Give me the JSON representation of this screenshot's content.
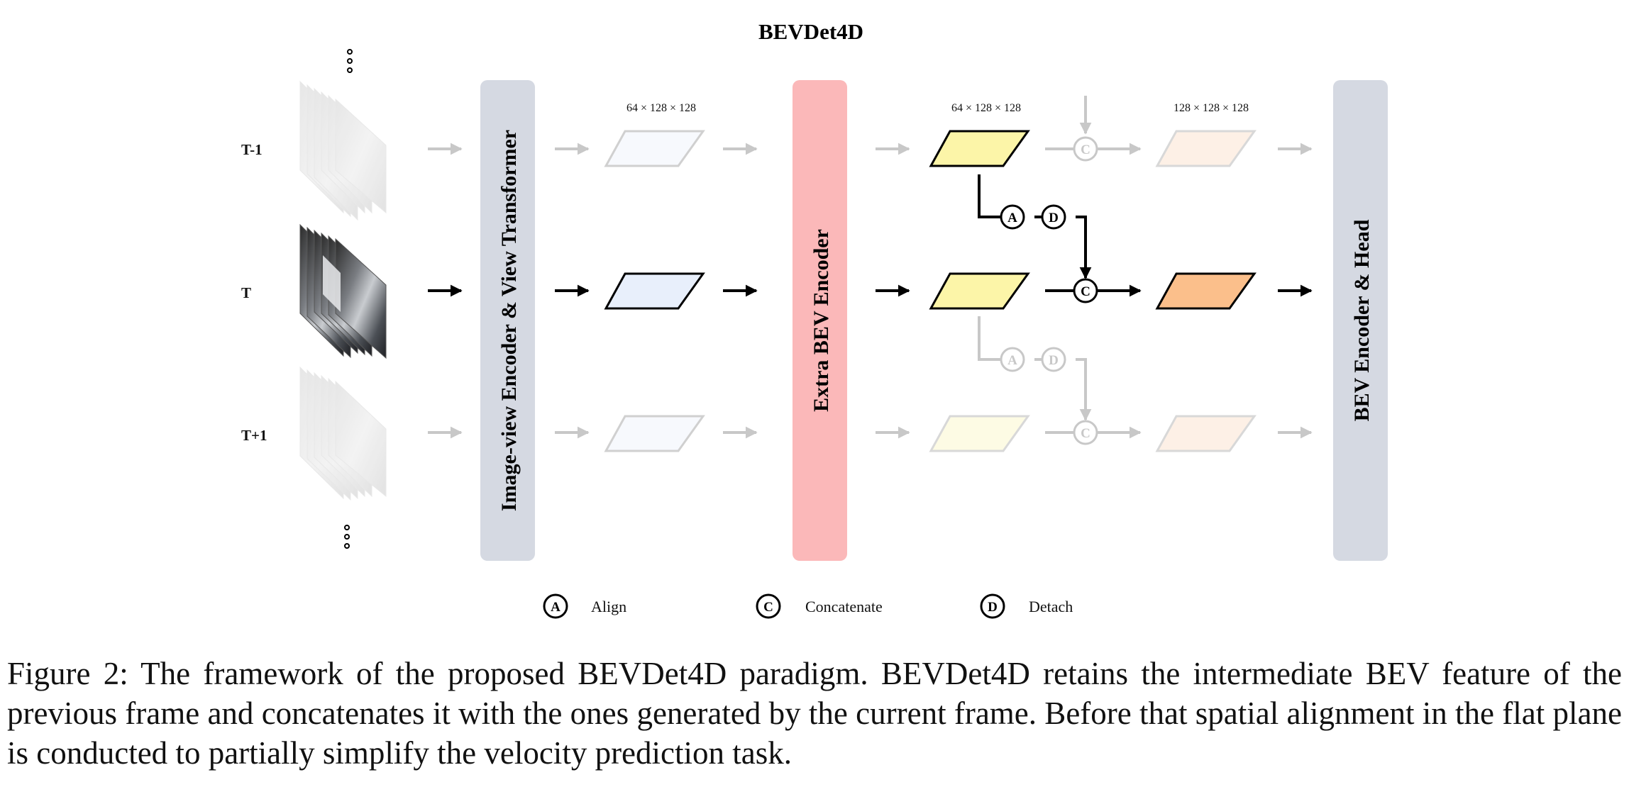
{
  "title": "BEVDet4D",
  "frames": {
    "prev": "T-1",
    "curr": "T",
    "next": "T+1"
  },
  "blocks": {
    "encoder": "Image-view Encoder & View Transformer",
    "extra": "Extra BEV Encoder",
    "head": "BEV Encoder & Head"
  },
  "dims": {
    "after_encoder": "64 × 128 × 128",
    "after_extra": "64 × 128 × 128",
    "after_concat": "128 × 128 × 128"
  },
  "ops": {
    "align": "A",
    "concat": "C",
    "detach": "D"
  },
  "legend": {
    "align": "Align",
    "concat": "Concatenate",
    "detach": "Detach"
  },
  "colors": {
    "encoder_block": "#d5d9e2",
    "extra_block": "#fbb8b9",
    "head_block": "#d5d9e2",
    "bev_feature_blue": "#e8effb",
    "bev_feature_yellow": "#fcf5a8",
    "bev_feature_orange": "#fbbf8b",
    "faded": "#c8c8c8"
  },
  "caption": "Figure 2: The framework of the proposed BEVDet4D paradigm. BEVDet4D retains the intermediate BEV feature of the previous frame and concatenates it with the ones generated by the current frame. Before that spatial alignment in the flat plane is conducted to partially simplify the velocity prediction task."
}
